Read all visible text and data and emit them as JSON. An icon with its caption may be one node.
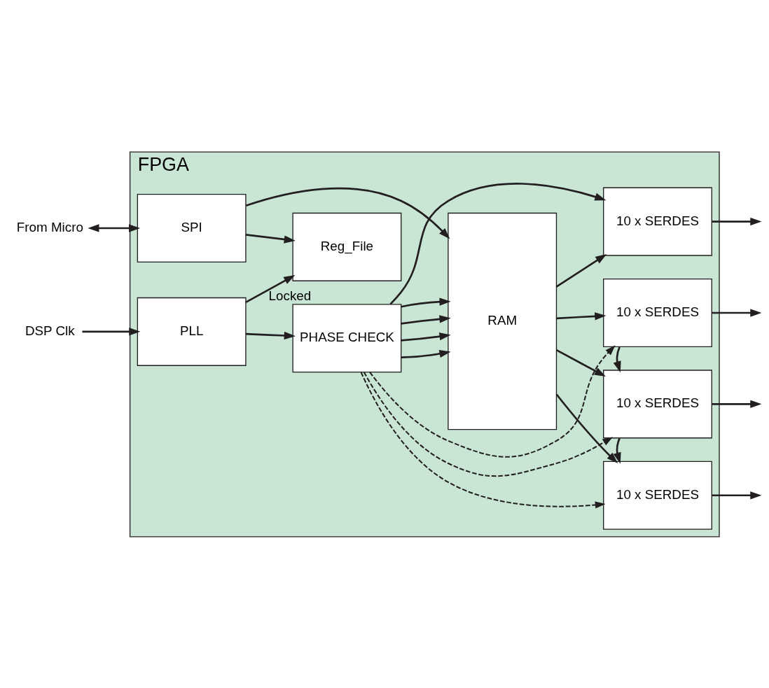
{
  "diagram": {
    "nodes": [
      {
        "text": [
          "FPGA"
        ]
      },
      {
        "text": [
          "From Micro"
        ]
      },
      {
        "text": [
          "SPI"
        ],
        "in": 0
      },
      {
        "text": [
          "RAM"
        ],
        "in": 0
      },
      {
        "text": [
          "10 x SERDES"
        ],
        "in": 0
      },
      {
        "text": [
          "10 x SERDES"
        ],
        "in": 0
      },
      {
        "text": [
          "10 x SERDES"
        ],
        "in": 0
      },
      {
        "text": [
          "10 x SERDES"
        ],
        "in": 0
      },
      {
        "text": [
          "Reg_File"
        ],
        "in": 0
      },
      {
        "text": [
          "PLL"
        ],
        "in": 0
      },
      {
        "text": [
          "PHASE CHECK"
        ],
        "in": 0
      },
      {
        "text": [
          "DSP Clk"
        ]
      }
    ],
    "edges": [
      {
        "from": 1,
        "to": 2,
        "arrow": "both"
      },
      {
        "from": 2,
        "to": 3,
        "arrow": "to"
      },
      {
        "from": 2,
        "to": 8,
        "arrow": "to"
      },
      {
        "from": 3,
        "to": 4,
        "arrow": "to"
      },
      {
        "from": 3,
        "to": 5,
        "arrow": "to"
      },
      {
        "from": 3,
        "to": 6,
        "arrow": "to"
      },
      {
        "from": 3,
        "to": 7,
        "arrow": "to"
      },
      {
        "from": 5,
        "to": 4,
        "arrow": "to"
      },
      {
        "from": 6,
        "to": 5,
        "arrow": "to"
      },
      {
        "from": 9,
        "to": 8,
        "arrow": "to",
        "label": "Locked"
      },
      {
        "from": 9,
        "to": 10,
        "arrow": "to"
      },
      {
        "from": 11,
        "to": 9,
        "arrow": "to"
      },
      {
        "from": 10,
        "to": 3,
        "arrow": "to"
      },
      {
        "from": 10,
        "to": 3,
        "arrow": "to"
      },
      {
        "from": 10,
        "to": 3,
        "arrow": "to"
      },
      {
        "from": 10,
        "to": 3,
        "arrow": "to"
      },
      {
        "from": 10,
        "to": 4,
        "arrow": "to",
        "style": "dashed"
      },
      {
        "from": 10,
        "to": 5,
        "arrow": "to",
        "style": "dashed"
      },
      {
        "from": 10,
        "to": 6,
        "arrow": "to",
        "style": "dashed"
      },
      {
        "from": 10,
        "to": 7,
        "arrow": "to"
      },
      {
        "from": 4,
        "to": null,
        "arrow": "to"
      },
      {
        "from": 5,
        "to": null,
        "arrow": "to"
      },
      {
        "from": 6,
        "to": null,
        "arrow": "to"
      },
      {
        "from": 7,
        "to": null,
        "arrow": "to"
      }
    ]
  }
}
